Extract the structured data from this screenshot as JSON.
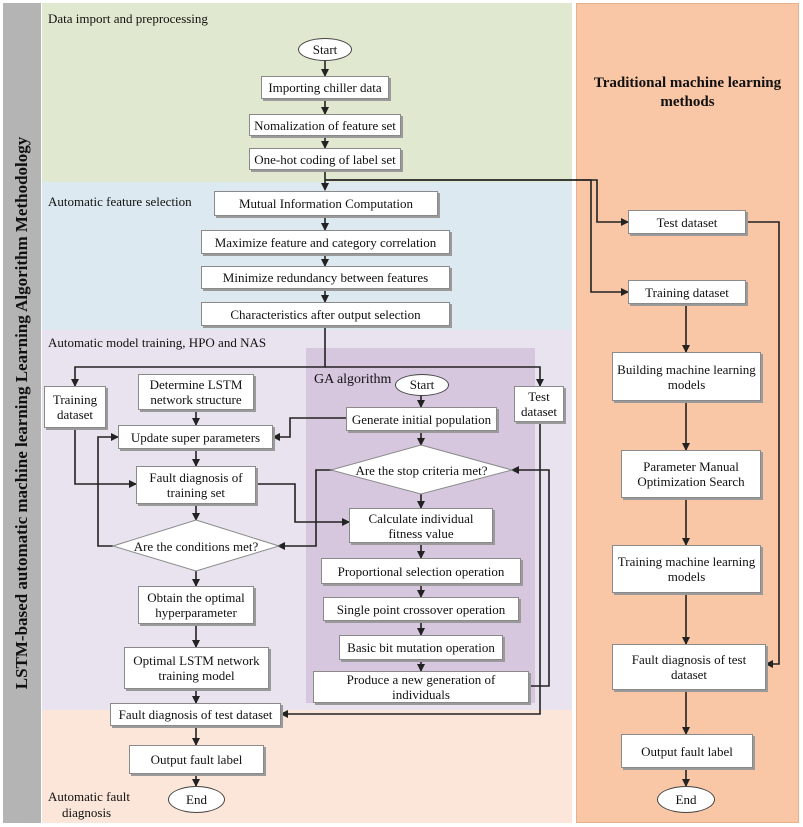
{
  "sidebar_title": "LSTM-based automatic machine learning Learning Algorithm Methodology",
  "sections": {
    "import": "Data import and preprocessing",
    "feature": "Automatic feature selection",
    "training": "Automatic model training, HPO and NAS",
    "fault_line1": "Automatic fault",
    "fault_line2": "diagnosis",
    "ga": "GA algorithm",
    "traditional_line1": "Traditional machine learning",
    "traditional_line2": "methods"
  },
  "nodes": {
    "start": "Start",
    "import_data": "Importing chiller data",
    "normalization": "Nomalization of feature set",
    "one_hot": "One-hot coding of label set",
    "mutual_info": "Mutual Information Computation",
    "maximize": "Maximize feature and category correlation",
    "minimize": "Minimize redundancy between features",
    "characteristics": "Characteristics after output selection",
    "training_dataset_line1": "Training",
    "training_dataset_line2": "dataset",
    "determine_line1": "Determine LSTM",
    "determine_line2": "network structure",
    "update": "Update super parameters",
    "fault_train_line1": "Fault diagnosis of",
    "fault_train_line2": "training set",
    "conditions": "Are the conditions met?",
    "obtain_line1": "Obtain the optimal",
    "obtain_line2": "hyperparameter",
    "optimal_line1": "Optimal LSTM network",
    "optimal_line2": "training model",
    "fault_test": "Fault diagnosis of test dataset",
    "output": "Output fault label",
    "end": "End",
    "test_dataset_line1": "Test",
    "test_dataset_line2": "dataset",
    "ga_start": "Start",
    "generate": "Generate initial population",
    "stop_criteria": "Are the stop criteria met?",
    "calc_line1": "Calculate individual",
    "calc_line2": "fitness value",
    "proportional": "Proportional selection operation",
    "crossover": "Single point crossover operation",
    "mutation": "Basic bit mutation operation",
    "produce_line1": "Produce a new generation of",
    "produce_line2": "individuals"
  },
  "traditional_nodes": {
    "test_dataset": "Test dataset",
    "training_dataset": "Training dataset",
    "build_line1": "Building machine learning",
    "build_line2": "models",
    "param_line1": "Parameter Manual",
    "param_line2": "Optimization Search",
    "train_ml_line1": "Training machine learning",
    "train_ml_line2": "models",
    "fault_test_line1": "Fault diagnosis of test",
    "fault_test_line2": "dataset",
    "output": "Output fault label",
    "end": "End"
  },
  "colors": {
    "sidebar": "#b4b4b4",
    "import_bg": "#e0e9cf",
    "feature_bg": "#dce9f0",
    "training_bg": "#e9e3ef",
    "ga_bg": "#d6c7df",
    "fault_bg": "#fbe6d9",
    "traditional_bg": "#f9c7a6"
  }
}
